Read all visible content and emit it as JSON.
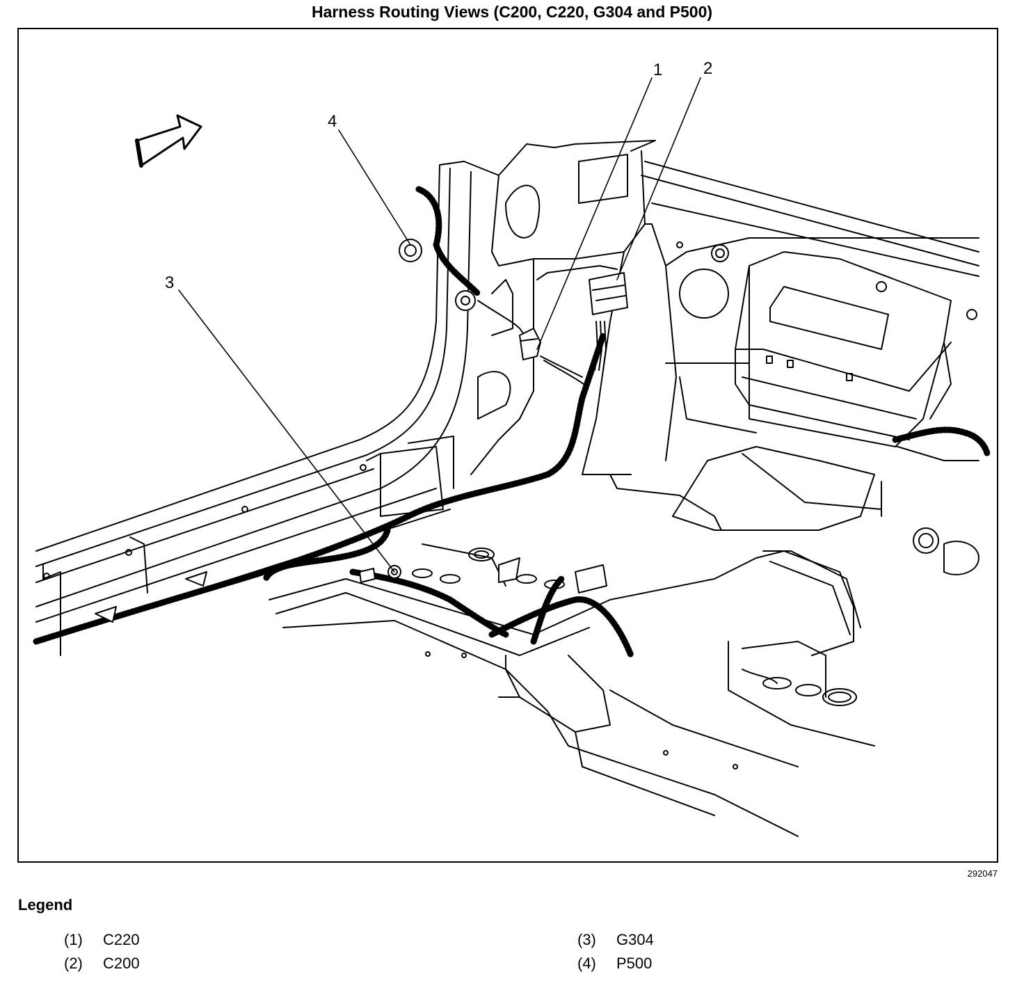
{
  "title": "Harness Routing Views (C200, C220, G304 and P500)",
  "figure_id": "292047",
  "callouts": [
    "1",
    "2",
    "3",
    "4"
  ],
  "legend": {
    "title": "Legend",
    "items": [
      {
        "num": "(1)",
        "label": "C220"
      },
      {
        "num": "(2)",
        "label": "C200"
      },
      {
        "num": "(3)",
        "label": "G304"
      },
      {
        "num": "(4)",
        "label": "P500"
      }
    ]
  },
  "icons": {
    "direction_arrow": "forward-direction-arrow-icon"
  }
}
